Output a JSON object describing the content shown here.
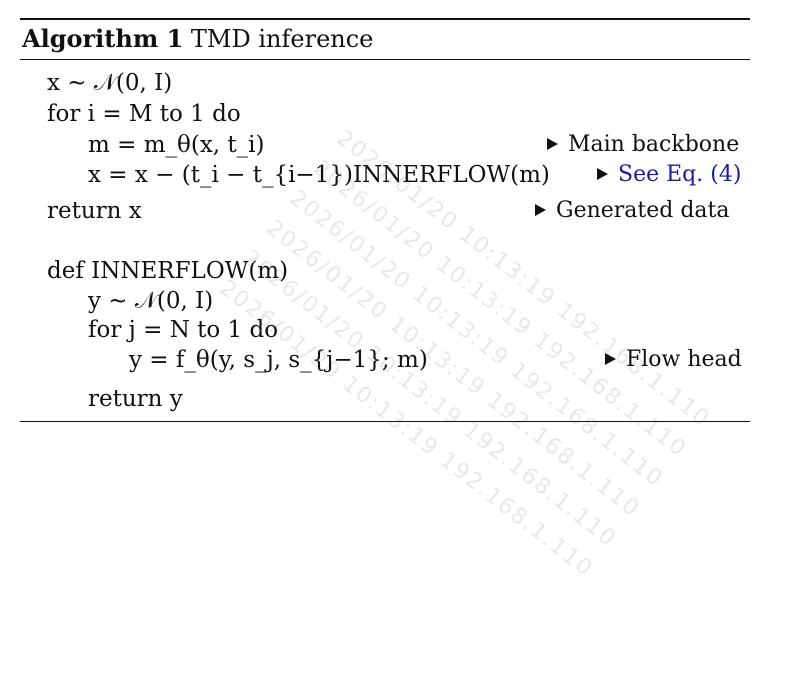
{
  "algorithm": {
    "label": "Algorithm 1",
    "name": "TMD inference",
    "lines": [
      {
        "id": "l1",
        "text": "x ∼ 𝒩(0, I)"
      },
      {
        "id": "l2",
        "text": "for i = M to 1 do"
      },
      {
        "id": "l3",
        "text": "m = m_θ(x, t_i)",
        "comment": "Main backbone"
      },
      {
        "id": "l4",
        "text": "x = x − (t_i − t_{i−1})INNERFLOW(m)",
        "comment": "See Eq. (4)"
      },
      {
        "id": "l5",
        "text": "return x",
        "comment": "Generated data"
      },
      {
        "id": "l6",
        "text": "def INNERFLOW(m)"
      },
      {
        "id": "l7",
        "text": "y ∼ 𝒩(0, I)"
      },
      {
        "id": "l8",
        "text": "for j = N to 1 do"
      },
      {
        "id": "l9",
        "text": "y = f_θ(y, s_j, s_{j−1}; m)",
        "comment": "Flow head"
      },
      {
        "id": "l10",
        "text": "return y"
      }
    ]
  },
  "watermark": {
    "text": "2026/01/20 10:13:19 192.168.1.110"
  }
}
